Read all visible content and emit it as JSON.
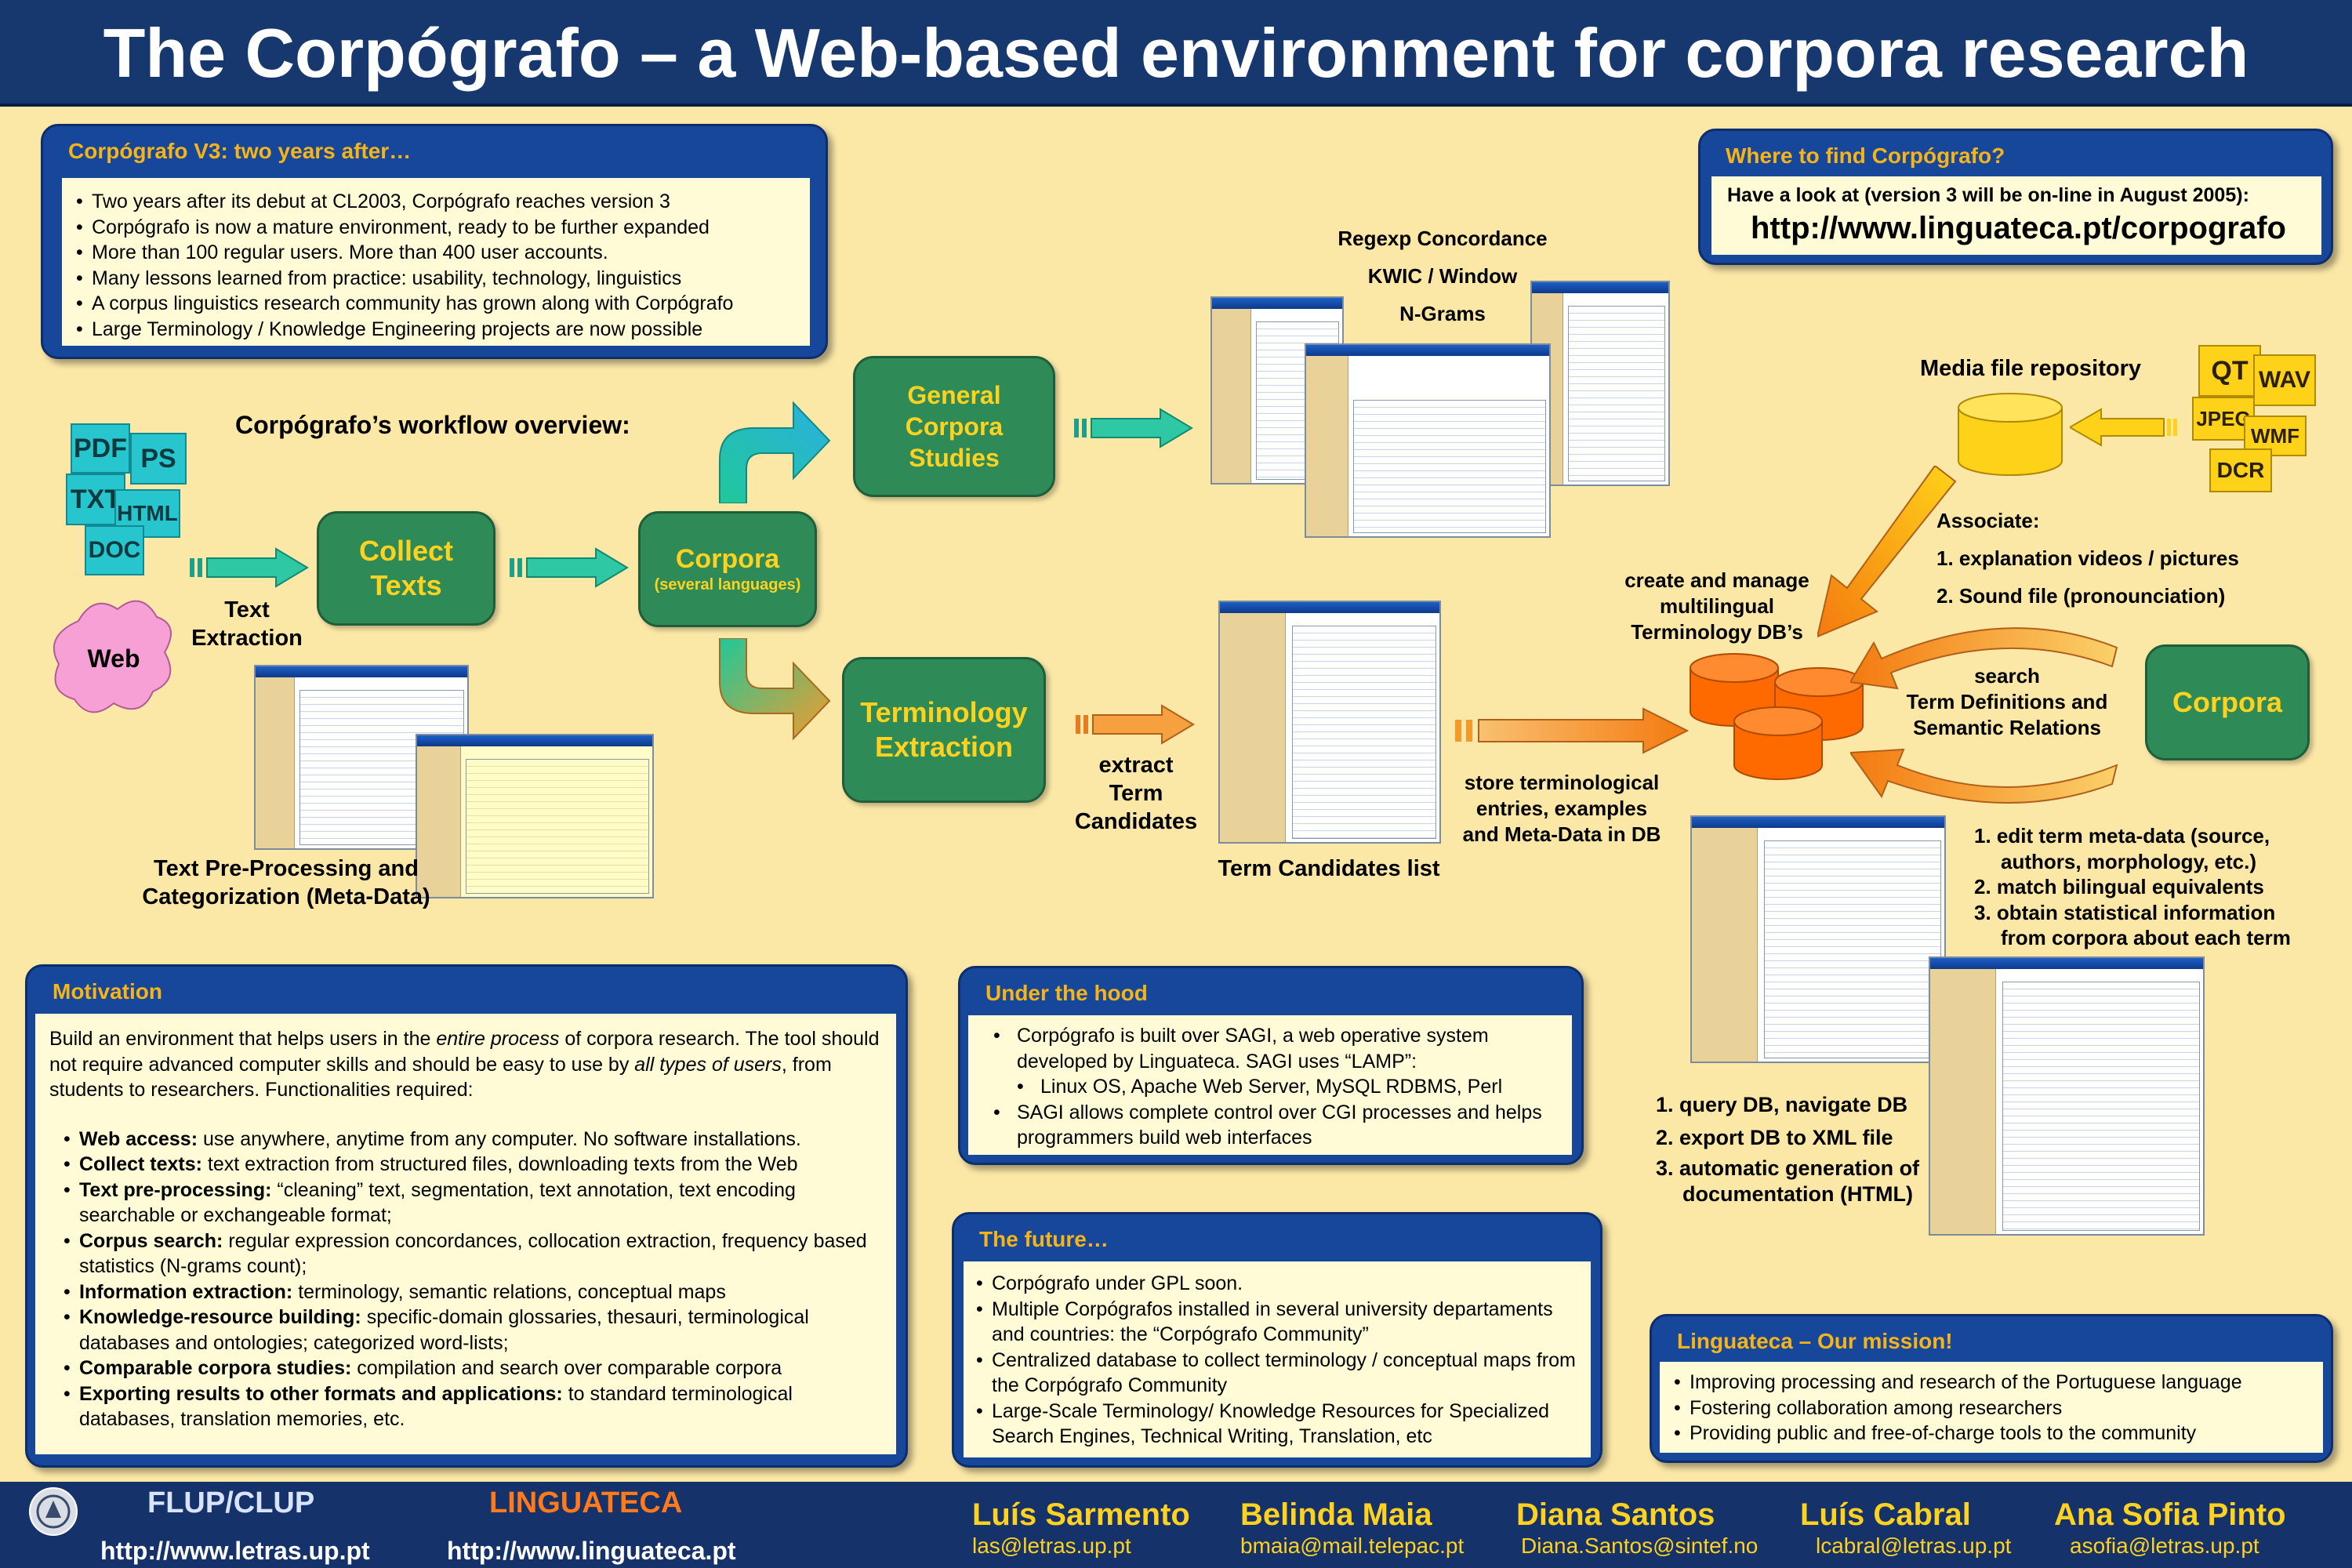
{
  "header": {
    "title": "The Corpógrafo – a Web-based environment for corpora research"
  },
  "v3": {
    "title": "Corpógrafo V3: two years after…",
    "items": [
      "Two years after its debut at CL2003, Corpógrafo reaches version 3",
      "Corpógrafo is now a mature environment, ready to be further expanded",
      "More than 100 regular users. More than 400 user accounts.",
      "Many lessons learned from practice: usability, technology, linguistics",
      "A corpus linguistics research community has grown along with Corpógrafo",
      "Large Terminology / Knowledge Engineering projects are now possible"
    ]
  },
  "where": {
    "title": "Where to find Corpógrafo?",
    "line1": "Have a look at (version 3 will be on-line in August 2005):",
    "url": "http://www.linguateca.pt/corpografo"
  },
  "workflow": {
    "title": "Corpógrafo’s workflow overview:",
    "files": [
      "PDF",
      "PS",
      "TXT",
      "HTML",
      "DOC"
    ],
    "web": "Web",
    "text_extraction": [
      "Text",
      "Extraction"
    ],
    "collect": [
      "Collect",
      "Texts"
    ],
    "corpora": "Corpora",
    "corpora_sub": "(several languages)",
    "general": [
      "General",
      "Corpora",
      "Studies"
    ],
    "terminology": [
      "Terminology",
      "Extraction"
    ],
    "concordance": [
      "Regexp Concordance",
      "KWIC / Window",
      "N-Grams"
    ],
    "preprocessing": [
      "Text Pre-Processing and",
      "Categorization (Meta-Data)"
    ],
    "extract": [
      "extract",
      "Term",
      "Candidates"
    ],
    "term_list": "Term Candidates list",
    "store": [
      "store terminological",
      "entries, examples",
      "and Meta-Data in DB"
    ],
    "create": [
      "create and manage",
      "multilingual",
      "Terminology DB’s"
    ],
    "media_repo": "Media file repository",
    "media_icons": [
      "QT",
      "WAV",
      "JPEG",
      "WMF",
      "DCR"
    ],
    "associate_title": "Associate:",
    "associate_items": [
      "1. explanation videos / pictures",
      "2. Sound file (pronounciation)"
    ],
    "search": [
      "search",
      "Term Definitions and",
      "Semantic Relations"
    ],
    "corpora2": "Corpora",
    "edit_items": [
      "1. edit term meta-data (source,",
      "authors, morphology, etc.)",
      "2.  match bilingual equivalents",
      "3.  obtain statistical information",
      "from corpora about each term"
    ],
    "query_items": [
      "1. query DB,  navigate DB",
      "2. export DB to XML file",
      "3. automatic generation of",
      "documentation  (HTML)"
    ]
  },
  "motivation": {
    "title": "Motivation",
    "intro_a": "Build an environment that helps users in the ",
    "intro_em1": "entire process",
    "intro_b": " of corpora research. The tool should not require advanced computer skills and should be easy to use by ",
    "intro_em2": "all types of users",
    "intro_c": ", from students to researchers. Functionalities required:",
    "items": [
      {
        "b": "Web access:",
        "t": " use anywhere, anytime from any computer. No software installations."
      },
      {
        "b": "Collect texts:",
        "t": " text extraction from structured files, downloading texts from the Web"
      },
      {
        "b": "Text pre-processing:",
        "t": " “cleaning” text, segmentation, text annotation, text encoding searchable or exchangeable format;"
      },
      {
        "b": "Corpus search:",
        "t": " regular expression concordances, collocation extraction, frequency based statistics (N-grams count);"
      },
      {
        "b": "Information extraction:",
        "t": " terminology, semantic relations, conceptual maps"
      },
      {
        "b": "Knowledge-resource building:",
        "t": " specific-domain glossaries, thesauri, terminological databases and ontologies; categorized word-lists;"
      },
      {
        "b": "Comparable corpora studies:",
        "t": " compilation and search over comparable corpora"
      },
      {
        "b": "Exporting  results to other formats and applications:",
        "t": " to standard terminological databases, translation memories, etc."
      }
    ]
  },
  "hood": {
    "title": "Under the hood",
    "item1": "Corpógrafo is built over SAGI, a web operative system developed by Linguateca. SAGI uses “LAMP”:",
    "sub1": "Linux OS, Apache Web Server, MySQL RDBMS, Perl",
    "item2": "SAGI allows complete control over CGI processes and helps programmers build web interfaces"
  },
  "future": {
    "title": "The future…",
    "items": [
      "Corpógrafo under GPL soon.",
      "Multiple Corpógrafos installed in several university departaments and countries: the “Corpógrafo Community”",
      "Centralized database to collect terminology / conceptual maps from the Corpógrafo Community",
      "Large-Scale Terminology/ Knowledge Resources for Specialized Search Engines, Technical Writing, Translation, etc"
    ]
  },
  "mission": {
    "title": "Linguateca – Our mission!",
    "items": [
      "Improving processing and research of the Portuguese language",
      "Fostering collaboration among researchers",
      "Providing public and free-of-charge tools to the community"
    ]
  },
  "footer": {
    "flup": "FLUP/CLUP",
    "flup_url": "http://www.letras.up.pt",
    "linguateca": "LINGUATECA",
    "linguateca_url": "http://www.linguateca.pt",
    "authors": [
      {
        "name": "Luís Sarmento",
        "email": "las@letras.up.pt"
      },
      {
        "name": "Belinda Maia",
        "email": "bmaia@mail.telepac.pt"
      },
      {
        "name": "Diana Santos",
        "email": "Diana.Santos@sintef.no"
      },
      {
        "name": "Luís Cabral",
        "email": "lcabral@letras.up.pt"
      },
      {
        "name": "Ana Sofia Pinto",
        "email": "asofia@letras.up.pt"
      }
    ]
  },
  "colors": {
    "header_bg": "#17386e",
    "panel_blue": "#17479a",
    "panel_title": "#f7b418",
    "box_green": "#2e8b57",
    "box_text": "#ffd21f",
    "background": "#fbe7a6"
  }
}
